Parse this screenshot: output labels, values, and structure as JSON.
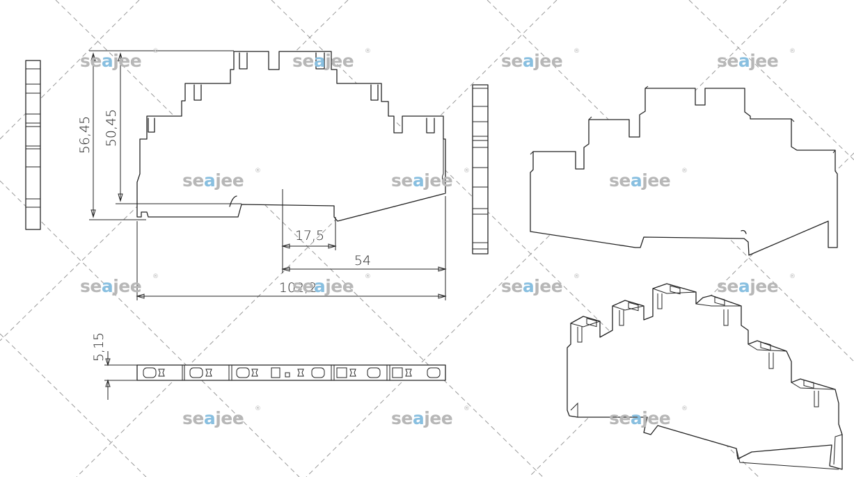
{
  "watermark": {
    "text_before": "se",
    "text_accent": "a",
    "text_after": "jee",
    "registered": "®",
    "accent_color": "#88bfe0",
    "text_color": "#b7b7b7"
  },
  "dimensions": {
    "overall_height": "56,45",
    "inner_height": "50,45",
    "foot_width": "17,5",
    "half_width": "54",
    "total_width": "102,2",
    "thickness": "5,15"
  }
}
